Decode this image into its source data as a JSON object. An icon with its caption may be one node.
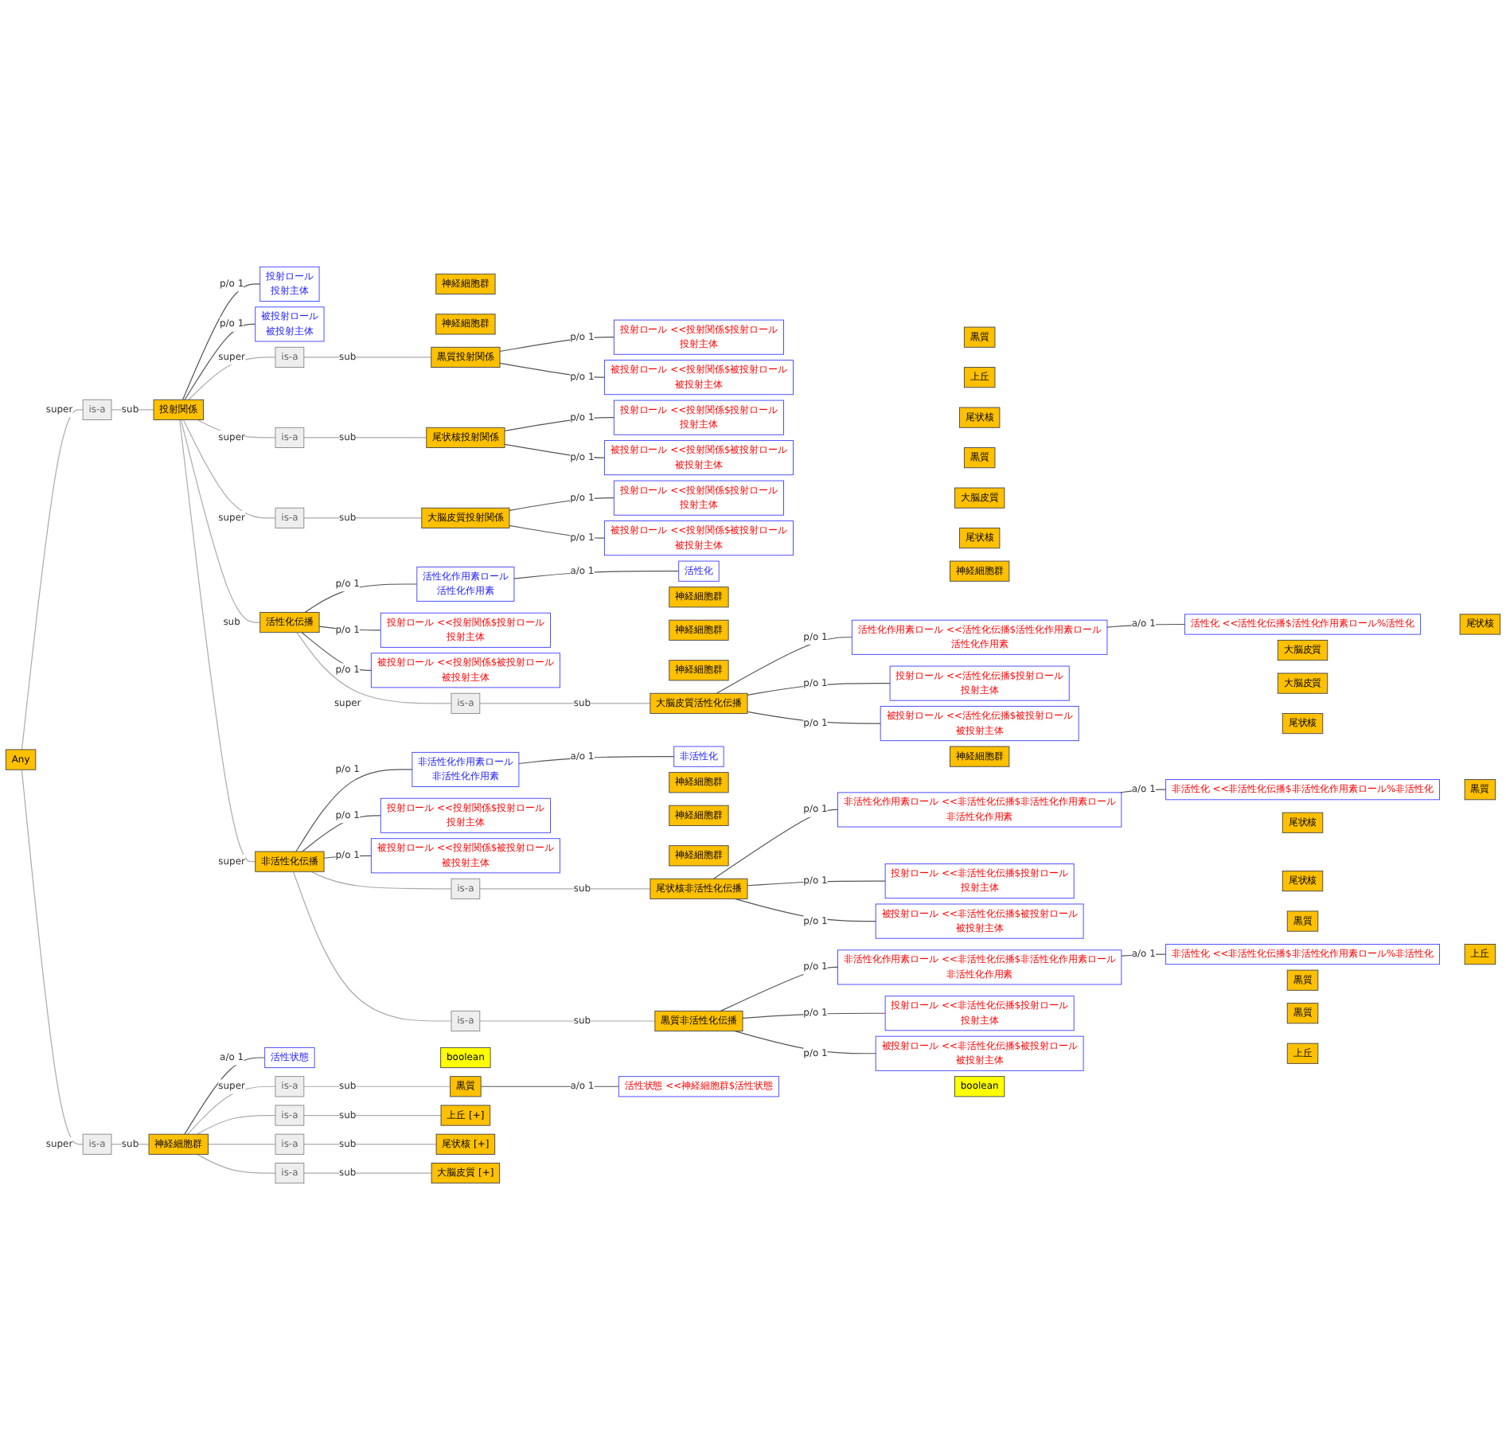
{
  "diagram": {
    "nodes": [
      {
        "text": [
          "Any"
        ]
      },
      {
        "text": [
          "is-a"
        ]
      },
      {
        "text": [
          "投射関係"
        ]
      },
      {
        "text": [
          "投射ロール",
          "投射主体"
        ]
      },
      {
        "text": [
          "神経細胞群"
        ]
      },
      {
        "text": [
          "被投射ロール",
          "被投射主体"
        ]
      },
      {
        "text": [
          "神経細胞群"
        ]
      },
      {
        "text": [
          "is-a"
        ]
      },
      {
        "text": [
          "黒質投射関係"
        ]
      },
      {
        "text": [
          "投射ロール <<投射関係$投射ロール",
          "投射主体"
        ]
      },
      {
        "text": [
          "黒質"
        ]
      },
      {
        "text": [
          "被投射ロール <<投射関係$被投射ロール",
          "被投射主体"
        ]
      },
      {
        "text": [
          "上丘"
        ]
      },
      {
        "text": [
          "is-a"
        ]
      },
      {
        "text": [
          "尾状核投射関係"
        ]
      },
      {
        "text": [
          "投射ロール <<投射関係$投射ロール",
          "投射主体"
        ]
      },
      {
        "text": [
          "尾状核"
        ]
      },
      {
        "text": [
          "被投射ロール <<投射関係$被投射ロール",
          "被投射主体"
        ]
      },
      {
        "text": [
          "黒質"
        ]
      },
      {
        "text": [
          "is-a"
        ]
      },
      {
        "text": [
          "大脳皮質投射関係"
        ]
      },
      {
        "text": [
          "投射ロール <<投射関係$投射ロール",
          "投射主体"
        ]
      },
      {
        "text": [
          "大脳皮質"
        ]
      },
      {
        "text": [
          "被投射ロール <<投射関係$被投射ロール",
          "被投射主体"
        ]
      },
      {
        "text": [
          "尾状核"
        ]
      },
      {
        "text": [
          "活性化伝播"
        ]
      },
      {
        "text": [
          "活性化作用素ロール",
          "活性化作用素"
        ]
      },
      {
        "text": [
          "神経細胞群"
        ]
      },
      {
        "text": [
          "活性化"
        ]
      },
      {
        "text": [
          "神経細胞群"
        ]
      },
      {
        "text": [
          "投射ロール <<投射関係$投射ロール",
          "投射主体"
        ]
      },
      {
        "text": [
          "神経細胞群"
        ]
      },
      {
        "text": [
          "被投射ロール <<投射関係$被投射ロール",
          "被投射主体"
        ]
      },
      {
        "text": [
          "神経細胞群"
        ]
      },
      {
        "text": [
          "is-a"
        ]
      },
      {
        "text": [
          "非活性化伝播"
        ]
      },
      {
        "text": [
          "非活性化作用素ロール",
          "非活性化作用素"
        ]
      },
      {
        "text": [
          "神経細胞群"
        ]
      },
      {
        "text": [
          "非活性化"
        ]
      },
      {
        "text": [
          "神経細胞群"
        ]
      },
      {
        "text": [
          "投射ロール <<投射関係$投射ロール",
          "投射主体"
        ]
      },
      {
        "text": [
          "神経細胞群"
        ]
      },
      {
        "text": [
          "被投射ロール <<投射関係$被投射ロール",
          "被投射主体"
        ]
      },
      {
        "text": [
          "神経細胞群"
        ]
      },
      {
        "text": [
          "is-a"
        ]
      },
      {
        "text": [
          "is-a"
        ]
      },
      {
        "text": [
          "大脳皮質活性化伝播"
        ]
      },
      {
        "text": [
          "活性化作用素ロール <<活性化伝播$活性化作用素ロール",
          "活性化作用素"
        ]
      },
      {
        "text": [
          "大脳皮質"
        ]
      },
      {
        "text": [
          "活性化 <<活性化伝播$活性化作用素ロール%活性化"
        ]
      },
      {
        "text": [
          "尾状核"
        ]
      },
      {
        "text": [
          "投射ロール <<活性化伝播$投射ロール",
          "投射主体"
        ]
      },
      {
        "text": [
          "大脳皮質"
        ]
      },
      {
        "text": [
          "被投射ロール <<活性化伝播$被投射ロール",
          "被投射主体"
        ]
      },
      {
        "text": [
          "尾状核"
        ]
      },
      {
        "text": [
          "尾状核非活性化伝播"
        ]
      },
      {
        "text": [
          "非活性化作用素ロール <<非活性化伝播$非活性化作用素ロール",
          "非活性化作用素"
        ]
      },
      {
        "text": [
          "尾状核"
        ]
      },
      {
        "text": [
          "非活性化 <<非活性化伝播$非活性化作用素ロール%非活性化"
        ]
      },
      {
        "text": [
          "黒質"
        ]
      },
      {
        "text": [
          "投射ロール <<非活性化伝播$投射ロール",
          "投射主体"
        ]
      },
      {
        "text": [
          "尾状核"
        ]
      },
      {
        "text": [
          "被投射ロール <<非活性化伝播$被投射ロール",
          "被投射主体"
        ]
      },
      {
        "text": [
          "黒質"
        ]
      },
      {
        "text": [
          "黒質非活性化伝播"
        ]
      },
      {
        "text": [
          "非活性化作用素ロール <<非活性化伝播$非活性化作用素ロール",
          "非活性化作用素"
        ]
      },
      {
        "text": [
          "黒質"
        ]
      },
      {
        "text": [
          "非活性化 <<非活性化伝播$非活性化作用素ロール%非活性化"
        ]
      },
      {
        "text": [
          "上丘"
        ]
      },
      {
        "text": [
          "投射ロール <<非活性化伝播$投射ロール",
          "投射主体"
        ]
      },
      {
        "text": [
          "黒質"
        ]
      },
      {
        "text": [
          "被投射ロール <<非活性化伝播$被投射ロール",
          "被投射主体"
        ]
      },
      {
        "text": [
          "上丘"
        ]
      },
      {
        "text": [
          "is-a"
        ]
      },
      {
        "text": [
          "神経細胞群"
        ]
      },
      {
        "text": [
          "活性状態"
        ]
      },
      {
        "text": [
          "boolean"
        ]
      },
      {
        "text": [
          "is-a"
        ]
      },
      {
        "text": [
          "is-a"
        ]
      },
      {
        "text": [
          "is-a"
        ]
      },
      {
        "text": [
          "is-a"
        ]
      },
      {
        "text": [
          "黒質"
        ]
      },
      {
        "text": [
          "活性状態 <<神経細胞群$活性状態"
        ]
      },
      {
        "text": [
          "boolean"
        ]
      },
      {
        "text": [
          "上丘",
          "[+]"
        ]
      },
      {
        "text": [
          "尾状核",
          "[+]"
        ]
      },
      {
        "text": [
          "大脳皮質",
          "[+]"
        ]
      }
    ],
    "edges": [
      {
        "from": 0,
        "to": 1,
        "arrow": "none",
        "label": "super",
        "color": "#aaaaaa"
      },
      {
        "from": 1,
        "to": 2,
        "arrow": "none",
        "label": "sub",
        "color": "#aaaaaa"
      },
      {
        "from": 2,
        "to": 3,
        "arrow": "none",
        "label": "p/o 1"
      },
      {
        "from": 2,
        "to": 5,
        "arrow": "none",
        "label": "p/o 1"
      },
      {
        "from": 2,
        "to": 7,
        "arrow": "none",
        "label": "super",
        "color": "#aaaaaa"
      },
      {
        "from": 7,
        "to": 8,
        "arrow": "none",
        "label": "sub",
        "color": "#aaaaaa"
      },
      {
        "from": 8,
        "to": 9,
        "arrow": "none",
        "label": "p/o 1"
      },
      {
        "from": 8,
        "to": 11,
        "arrow": "none",
        "label": "p/o 1"
      },
      {
        "from": 2,
        "to": 13,
        "arrow": "none",
        "label": "super",
        "color": "#aaaaaa"
      },
      {
        "from": 13,
        "to": 14,
        "arrow": "none",
        "label": "sub",
        "color": "#aaaaaa"
      },
      {
        "from": 14,
        "to": 15,
        "arrow": "none",
        "label": "p/o 1"
      },
      {
        "from": 14,
        "to": 17,
        "arrow": "none",
        "label": "p/o 1"
      },
      {
        "from": 2,
        "to": 19,
        "arrow": "none",
        "label": "super",
        "color": "#aaaaaa"
      },
      {
        "from": 19,
        "to": 20,
        "arrow": "none",
        "label": "sub",
        "color": "#aaaaaa"
      },
      {
        "from": 20,
        "to": 21,
        "arrow": "none",
        "label": "p/o 1"
      },
      {
        "from": 20,
        "to": 23,
        "arrow": "none",
        "label": "p/o 1"
      },
      {
        "from": 2,
        "to": 25,
        "arrow": "none",
        "label": "sub",
        "color": "#aaaaaa"
      },
      {
        "from": 25,
        "to": 26,
        "arrow": "none",
        "label": "p/o 1"
      },
      {
        "from": 26,
        "to": 28,
        "arrow": "none",
        "label": "a/o 1"
      },
      {
        "from": 25,
        "to": 30,
        "arrow": "none",
        "label": "p/o 1"
      },
      {
        "from": 25,
        "to": 32,
        "arrow": "none",
        "label": "p/o 1"
      },
      {
        "from": 2,
        "to": 35,
        "arrow": "none",
        "label": "super",
        "color": "#aaaaaa"
      },
      {
        "from": 25,
        "to": 34,
        "arrow": "none",
        "label": "super",
        "color": "#aaaaaa"
      },
      {
        "from": 34,
        "to": 46,
        "arrow": "none",
        "label": "sub",
        "color": "#aaaaaa"
      },
      {
        "from": 35,
        "to": 36,
        "arrow": "none",
        "label": "p/o 1"
      },
      {
        "from": 36,
        "to": 38,
        "arrow": "none",
        "label": "a/o 1"
      },
      {
        "from": 35,
        "to": 40,
        "arrow": "none",
        "label": "p/o 1"
      },
      {
        "from": 35,
        "to": 42,
        "arrow": "none",
        "label": "p/o 1"
      },
      {
        "from": 35,
        "to": 44,
        "arrow": "none",
        "color": "#aaaaaa"
      },
      {
        "from": 44,
        "to": 55,
        "arrow": "none",
        "label": "sub",
        "color": "#aaaaaa"
      },
      {
        "from": 35,
        "to": 45,
        "arrow": "none",
        "color": "#aaaaaa"
      },
      {
        "from": 45,
        "to": 64,
        "arrow": "none",
        "label": "sub",
        "color": "#aaaaaa"
      },
      {
        "from": 46,
        "to": 47,
        "arrow": "none",
        "label": "p/o 1"
      },
      {
        "from": 47,
        "to": 49,
        "arrow": "none",
        "label": "a/o 1"
      },
      {
        "from": 46,
        "to": 51,
        "arrow": "none",
        "label": "p/o 1"
      },
      {
        "from": 46,
        "to": 53,
        "arrow": "none",
        "label": "p/o 1"
      },
      {
        "from": 55,
        "to": 56,
        "arrow": "none",
        "label": "p/o 1"
      },
      {
        "from": 56,
        "to": 58,
        "arrow": "none",
        "label": "a/o 1"
      },
      {
        "from": 55,
        "to": 60,
        "arrow": "none",
        "label": "p/o 1"
      },
      {
        "from": 55,
        "to": 62,
        "arrow": "none",
        "label": "p/o 1"
      },
      {
        "from": 64,
        "to": 65,
        "arrow": "none",
        "label": "p/o 1"
      },
      {
        "from": 65,
        "to": 67,
        "arrow": "none",
        "label": "a/o 1"
      },
      {
        "from": 64,
        "to": 69,
        "arrow": "none",
        "label": "p/o 1"
      },
      {
        "from": 64,
        "to": 71,
        "arrow": "none",
        "label": "p/o 1"
      },
      {
        "from": 0,
        "to": 73,
        "arrow": "none",
        "label": "super",
        "color": "#aaaaaa"
      },
      {
        "from": 73,
        "to": 74,
        "arrow": "none",
        "label": "sub",
        "color": "#aaaaaa"
      },
      {
        "from": 74,
        "to": 75,
        "arrow": "none",
        "label": "a/o 1"
      },
      {
        "from": 74,
        "to": 77,
        "arrow": "none",
        "label": "super",
        "color": "#aaaaaa"
      },
      {
        "from": 77,
        "to": 81,
        "arrow": "none",
        "label": "sub",
        "color": "#aaaaaa"
      },
      {
        "from": 74,
        "to": 78,
        "arrow": "none",
        "color": "#aaaaaa"
      },
      {
        "from": 78,
        "to": 84,
        "arrow": "none",
        "label": "sub",
        "color": "#aaaaaa"
      },
      {
        "from": 74,
        "to": 79,
        "arrow": "none",
        "color": "#aaaaaa"
      },
      {
        "from": 79,
        "to": 85,
        "arrow": "none",
        "label": "sub",
        "color": "#aaaaaa"
      },
      {
        "from": 74,
        "to": 80,
        "arrow": "none",
        "color": "#aaaaaa"
      },
      {
        "from": 80,
        "to": 86,
        "arrow": "none",
        "label": "sub",
        "color": "#aaaaaa"
      },
      {
        "from": 81,
        "to": 82,
        "arrow": "none",
        "label": "a/o 1"
      }
    ]
  }
}
